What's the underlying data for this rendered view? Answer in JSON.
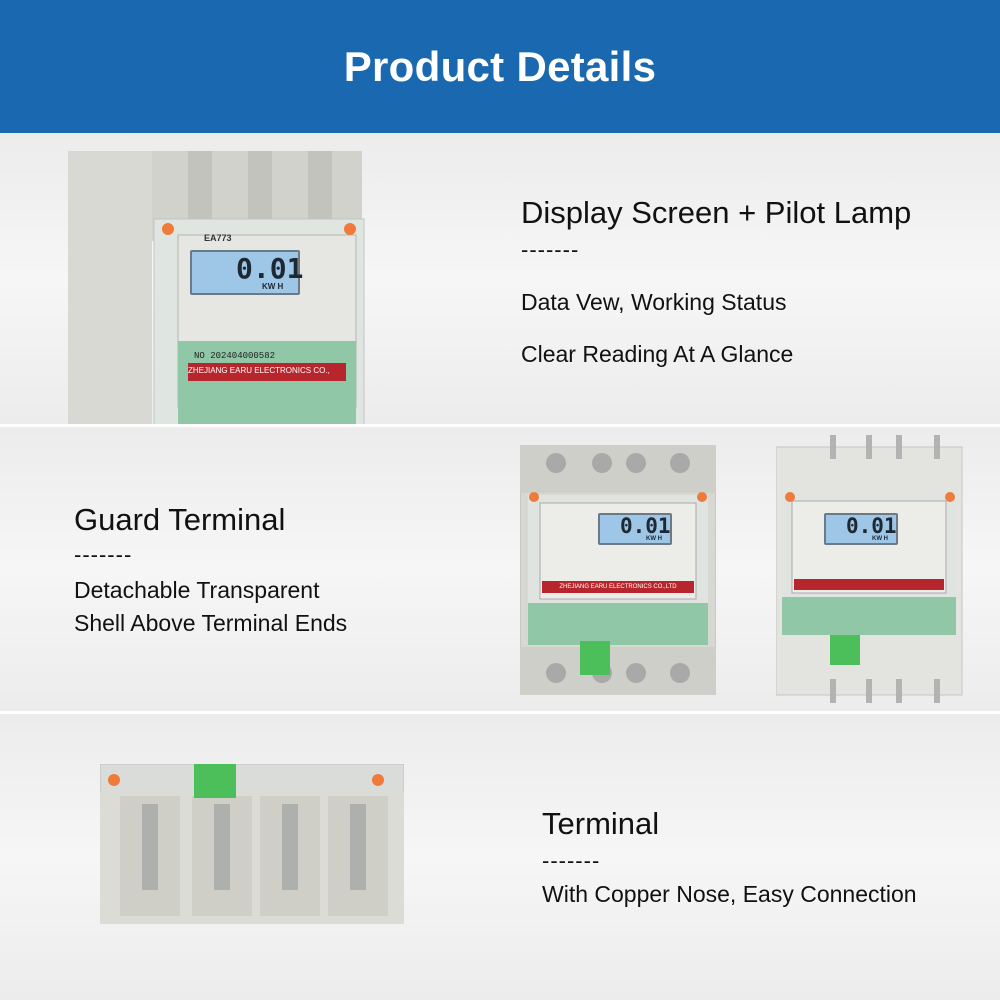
{
  "header": {
    "title": "Product Details"
  },
  "section1": {
    "title": "Display Screen + Pilot Lamp",
    "dash": "-------",
    "lines": [
      "Data Vew, Working Status",
      "Clear Reading At A Glance"
    ]
  },
  "section2": {
    "title": "Guard Terminal",
    "dash": "-------",
    "lines": [
      "Detachable Transparent",
      "Shell Above Terminal Ends"
    ]
  },
  "section3": {
    "title": "Terminal",
    "dash": "-------",
    "lines": [
      "With Copper Nose, Easy Connection"
    ]
  },
  "meter": {
    "model": "EA773",
    "reading": "0.01",
    "unit": "KW H",
    "brand_bar": "ZHEJIANG EARU ELECTRONICS CO.,LTD",
    "serial": "NO 202404000582"
  },
  "colors": {
    "header": "#1a69b0",
    "brand_red": "#b8262d",
    "lcd": "#9ec6e6",
    "terminal_green": "#4cbf5a"
  }
}
